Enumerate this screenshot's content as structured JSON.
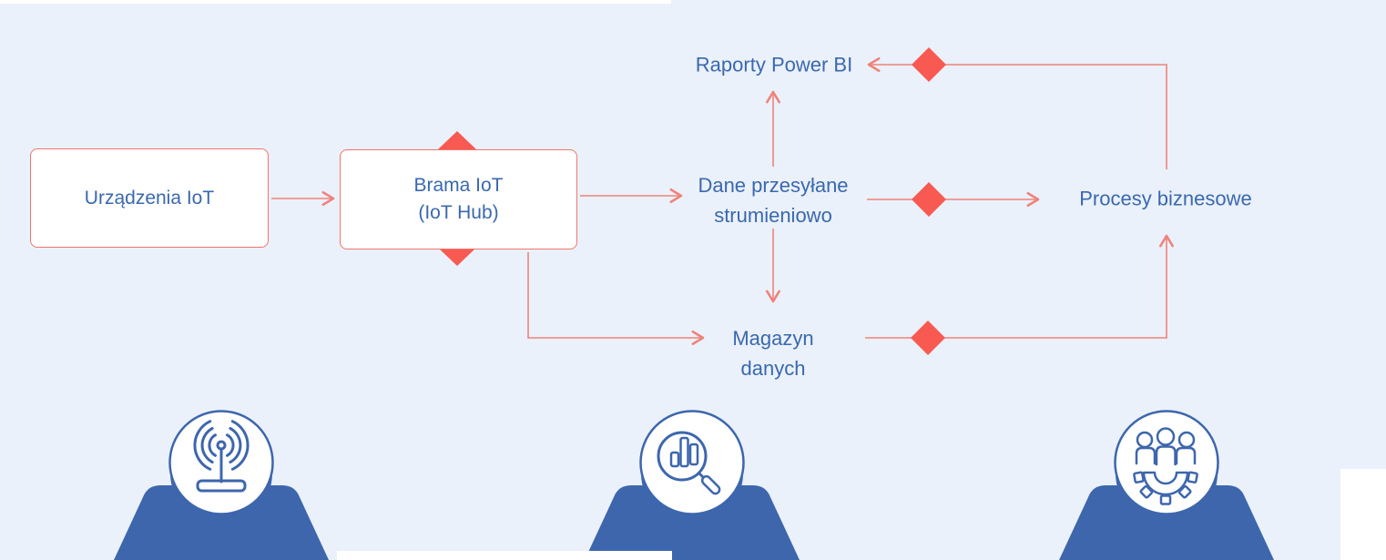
{
  "colors": {
    "bg": "#eaf1fa",
    "red-line": "#ef837b",
    "red-border": "#f2756d",
    "red-fill": "#f85a52",
    "blue-text": "#3a68af",
    "blue-shape": "#3d66ad",
    "node-fill": "#ffffff"
  },
  "diagram": {
    "devices_label": "Urządzenia IoT",
    "gateway_label": "Brama IoT\n(IoT Hub)",
    "streaming_label": "Dane przesyłane\nstrumieniowo",
    "reports_label": "Raporty Power BI",
    "storage_label": "Magazyn\ndanych",
    "processes_label": "Procesy biznesowe"
  },
  "personas": [
    {
      "icon": "broadcast-antenna-icon"
    },
    {
      "icon": "chart-magnifier-icon"
    },
    {
      "icon": "team-gear-icon"
    }
  ]
}
